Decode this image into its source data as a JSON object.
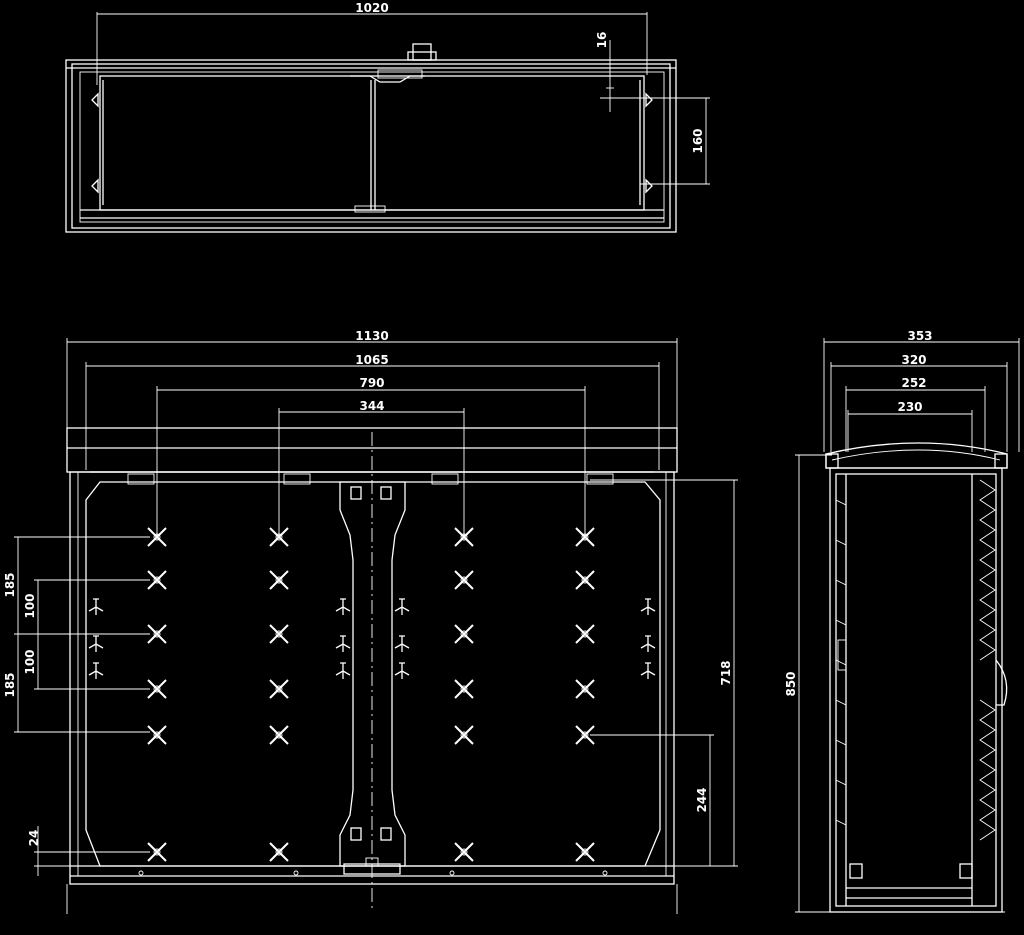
{
  "dimensions": {
    "top_width": "1020",
    "top_small": "16",
    "top_depth": "160",
    "front_outer": "1130",
    "front_inner": "1065",
    "front_holes": "790",
    "front_center": "344",
    "left_185_a": "185",
    "left_100_a": "100",
    "left_100_b": "100",
    "left_185_b": "185",
    "left_24": "24",
    "right_718": "718",
    "right_244": "244",
    "side_353": "353",
    "side_320": "320",
    "side_252": "252",
    "side_230": "230",
    "side_850": "850"
  }
}
